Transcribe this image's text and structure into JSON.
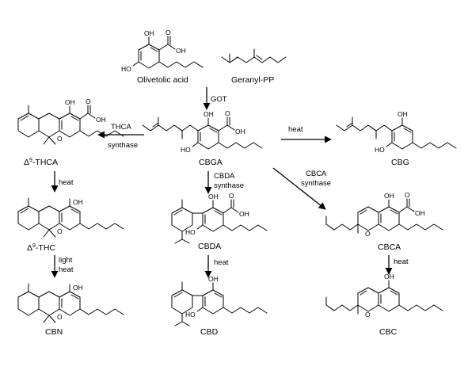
{
  "compounds": {
    "olivetolic": "Olivetolic acid",
    "geranylpp": "Geranyl-PP",
    "cbga": "CBGA",
    "thca_pre": "Δ",
    "thca_sup": "9",
    "thca_post": "-THCA",
    "thc_pre": "Δ",
    "thc_sup": "9",
    "thc_post": "-THC",
    "cbg": "CBG",
    "cbda": "CBDA",
    "cbca": "CBCA",
    "cbn": "CBN",
    "cbd": "CBD",
    "cbc": "CBC"
  },
  "steps": {
    "got": "GOT",
    "thca_synthase_1": "THCA",
    "thca_synthase_2": "synthase",
    "heat_cbg": "heat",
    "cbda_synthase_1": "CBDA",
    "cbda_synthase_2": "synthase",
    "cbca_synthase_1": "CBCA",
    "cbca_synthase_2": "synthase",
    "heat_thc": "heat",
    "light_cbn": "light",
    "heat_cbn": "heat",
    "heat_cbd": "heat",
    "heat_cbc": "heat"
  },
  "atoms": {
    "oh": "OH",
    "ho": "HO",
    "o": "O"
  }
}
